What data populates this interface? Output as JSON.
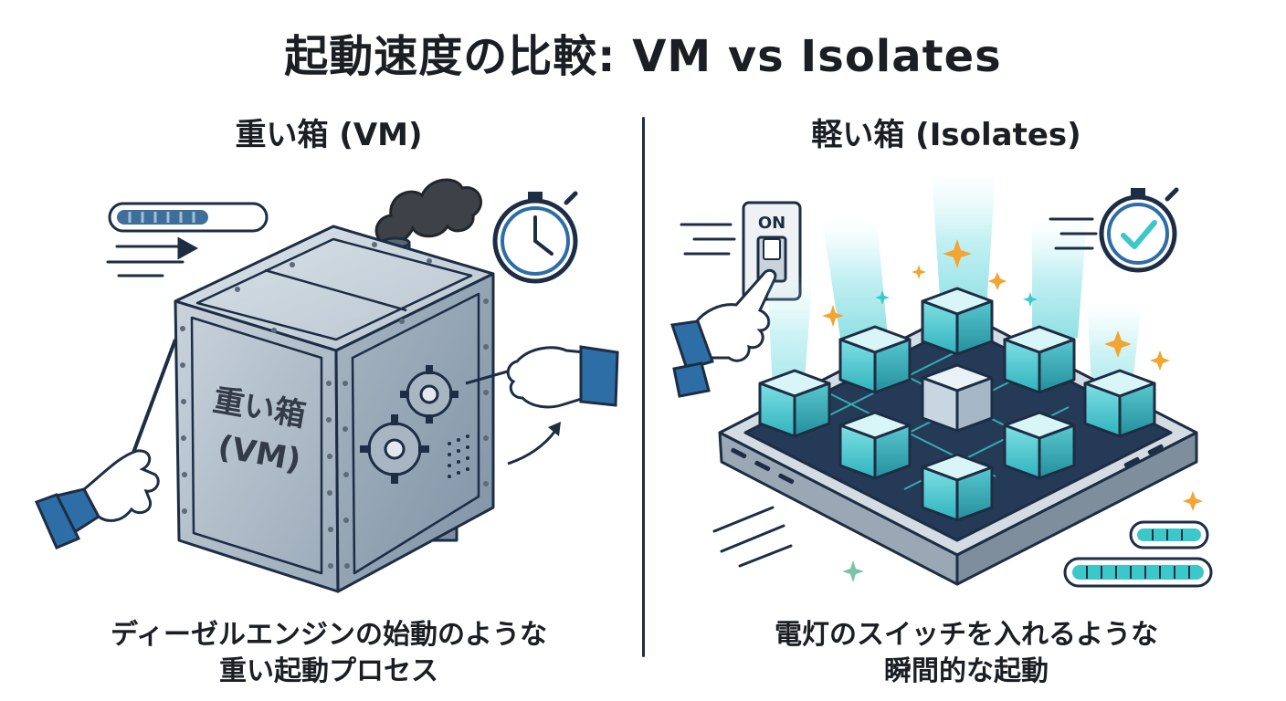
{
  "title": "起動速度の比較: VM vs Isolates",
  "left": {
    "heading": "重い箱 (VM)",
    "box_label_line1": "重い箱",
    "box_label_line2": "(VM)",
    "caption_line1": "ディーゼルエンジンの始動のような",
    "caption_line2": "重い起動プロセス"
  },
  "right": {
    "heading": "軽い箱 (Isolates)",
    "switch_label": "ON",
    "caption_line1": "電灯のスイッチを入れるような",
    "caption_line2": "瞬間的な起動"
  },
  "icons": [
    "stopwatch-icon",
    "check-stopwatch-icon",
    "gear-icon",
    "smoke-icon",
    "light-switch-icon",
    "hand-icon",
    "progress-bar-icon"
  ],
  "colors": {
    "navy": "#1d2d44",
    "steel": "#9fb0bf",
    "teal": "#3cc7c9",
    "blue": "#2e6ea6",
    "spark": "#f2a531"
  }
}
